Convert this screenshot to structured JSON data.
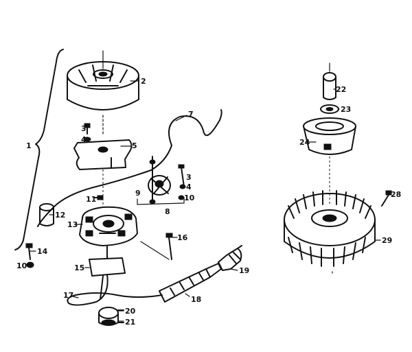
{
  "diagram": {
    "labels": [
      {
        "id": "1",
        "text": "1"
      },
      {
        "id": "2",
        "text": "2"
      },
      {
        "id": "3a",
        "text": "3"
      },
      {
        "id": "4a",
        "text": "4"
      },
      {
        "id": "5",
        "text": "5"
      },
      {
        "id": "7",
        "text": "7"
      },
      {
        "id": "3b",
        "text": "3"
      },
      {
        "id": "4b",
        "text": "4"
      },
      {
        "id": "9",
        "text": "9"
      },
      {
        "id": "10a",
        "text": "10"
      },
      {
        "id": "11",
        "text": "11"
      },
      {
        "id": "8",
        "text": "8"
      },
      {
        "id": "12",
        "text": "12"
      },
      {
        "id": "13",
        "text": "13"
      },
      {
        "id": "14",
        "text": "14"
      },
      {
        "id": "10b",
        "text": "10"
      },
      {
        "id": "16",
        "text": "16"
      },
      {
        "id": "15",
        "text": "15"
      },
      {
        "id": "19",
        "text": "19"
      },
      {
        "id": "17",
        "text": "17"
      },
      {
        "id": "18",
        "text": "18"
      },
      {
        "id": "20",
        "text": "20"
      },
      {
        "id": "21",
        "text": "21"
      },
      {
        "id": "22",
        "text": "22"
      },
      {
        "id": "23",
        "text": "23"
      },
      {
        "id": "24",
        "text": "24"
      },
      {
        "id": "28",
        "text": "28"
      },
      {
        "id": "29",
        "text": "29"
      }
    ]
  }
}
